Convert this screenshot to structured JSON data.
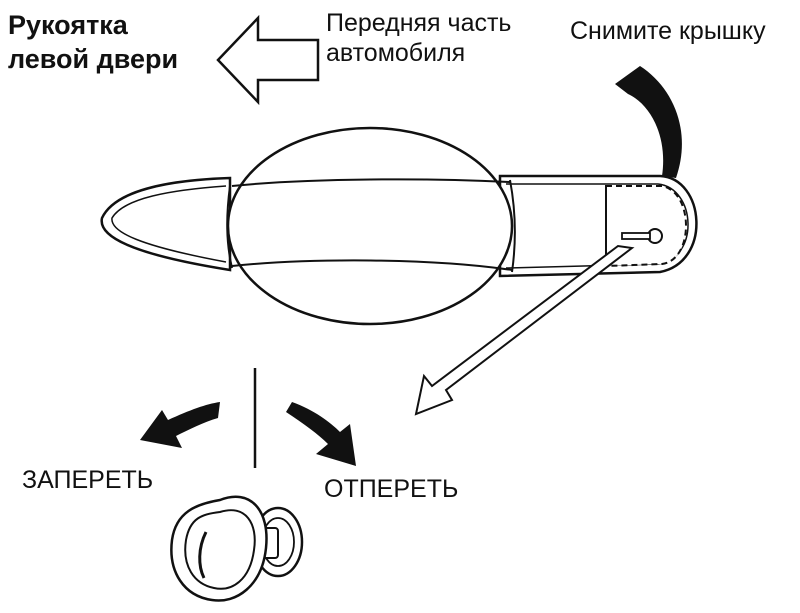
{
  "title": {
    "line1": "Рукоятка",
    "line2": "левой двери"
  },
  "front_label": {
    "line1": "Передняя часть",
    "line2": "автомобиля"
  },
  "remove_cover_label": "Снимите крышку",
  "lock_label": "ЗАПЕРЕТЬ",
  "unlock_label": "ОТПЕРЕТЬ",
  "colors": {
    "ink": "#111111",
    "background": "#ffffff"
  }
}
